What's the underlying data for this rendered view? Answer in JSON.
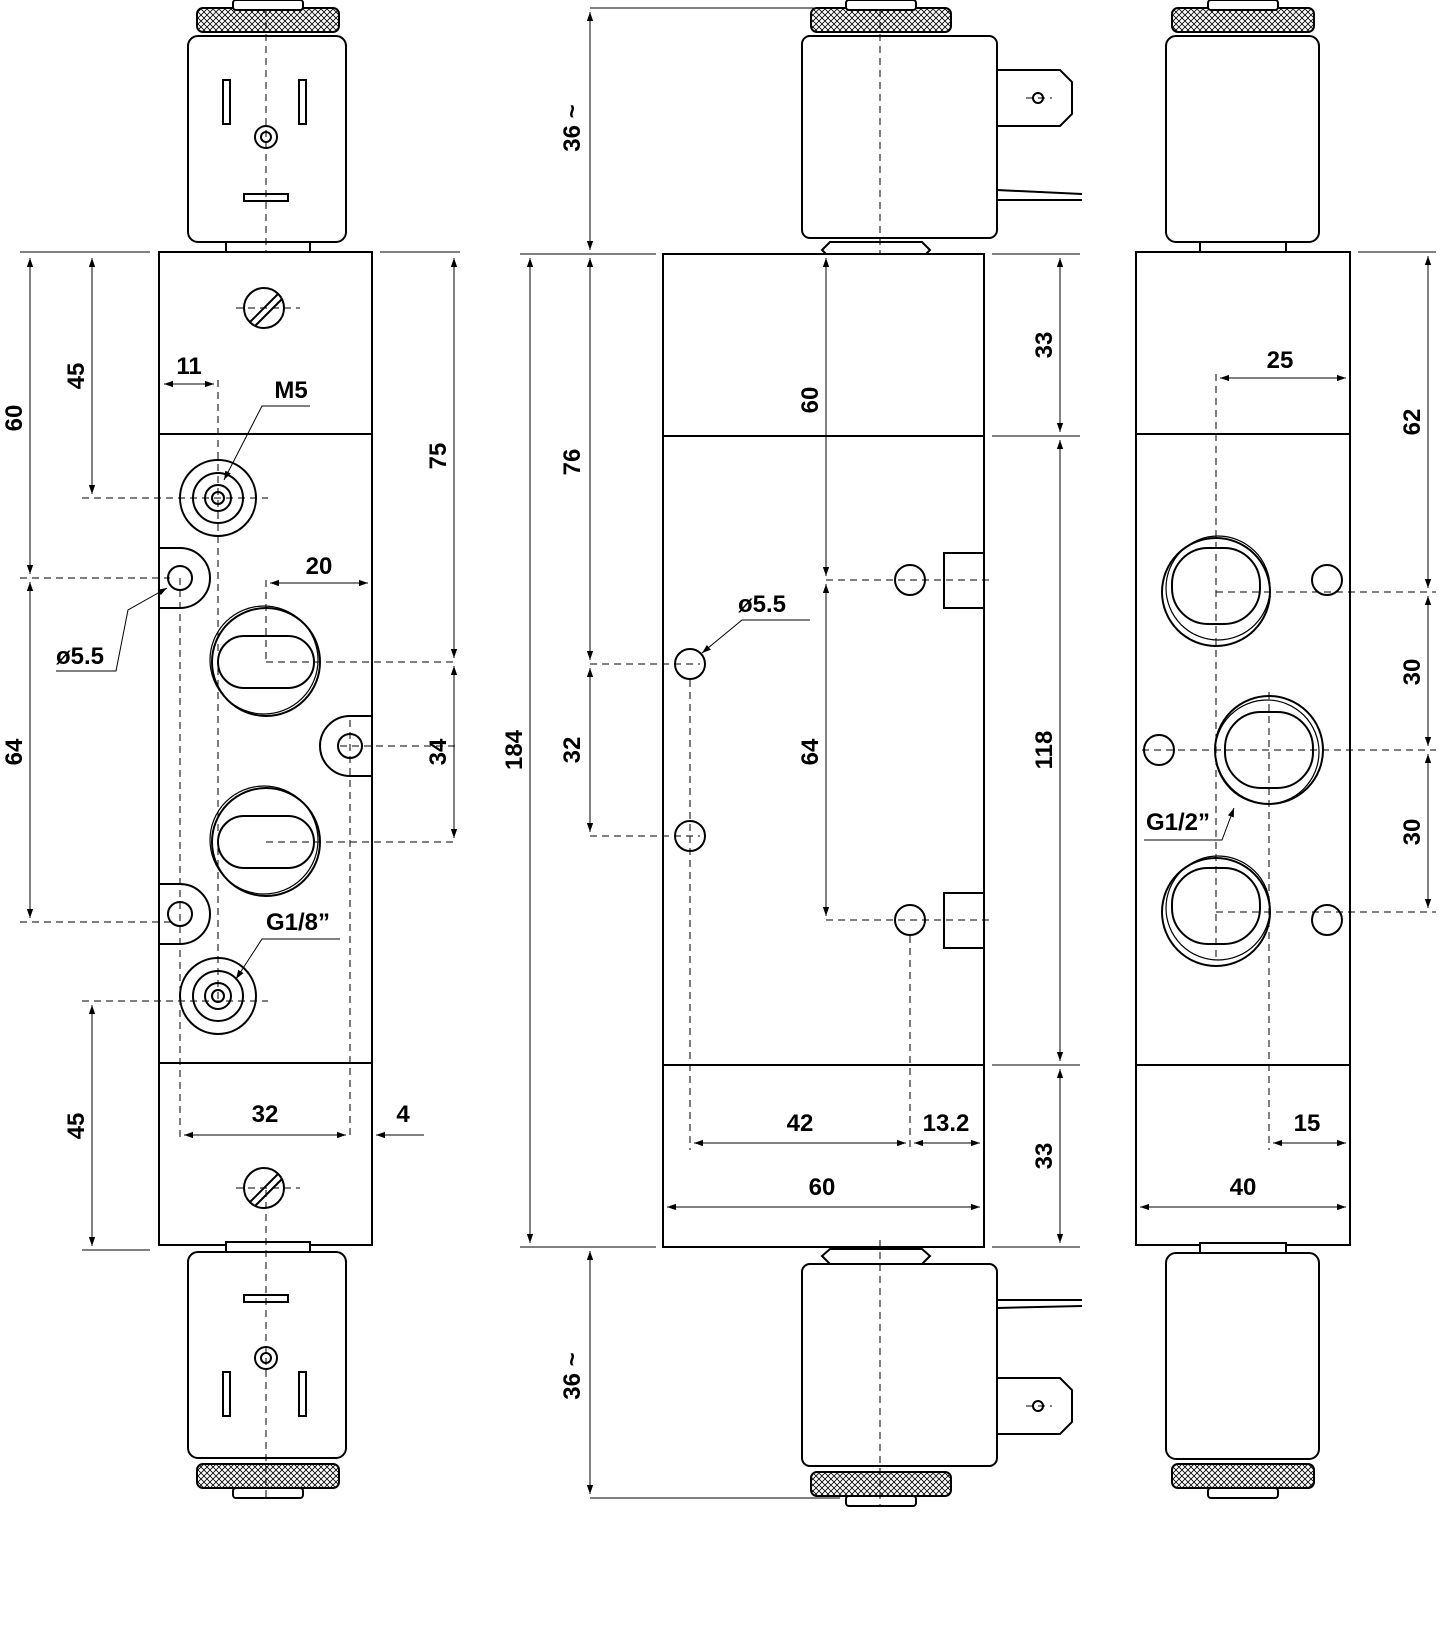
{
  "dimensions": {
    "front": {
      "d60": "60",
      "d45_top": "45",
      "d11": "11",
      "m5": "M5",
      "d75": "75",
      "d20": "20",
      "dia55": "ø5.5",
      "d64": "64",
      "d34": "34",
      "g18": "G1/8”",
      "d45_bottom": "45",
      "d32": "32",
      "d4": "4"
    },
    "middle": {
      "d36_top": "36 ~",
      "d184": "184",
      "d76": "76",
      "d32": "32",
      "dia55": "ø5.5",
      "d60": "60",
      "d64": "64",
      "d33_top": "33",
      "d118": "118",
      "d42": "42",
      "d132": "13.2",
      "d60_width": "60",
      "d33_bottom": "33",
      "d36_bottom": "36 ~"
    },
    "side": {
      "d25": "25",
      "d62": "62",
      "d30_top": "30",
      "g12": "G1/2”",
      "d30_bottom": "30",
      "d15": "15",
      "d40": "40"
    }
  }
}
